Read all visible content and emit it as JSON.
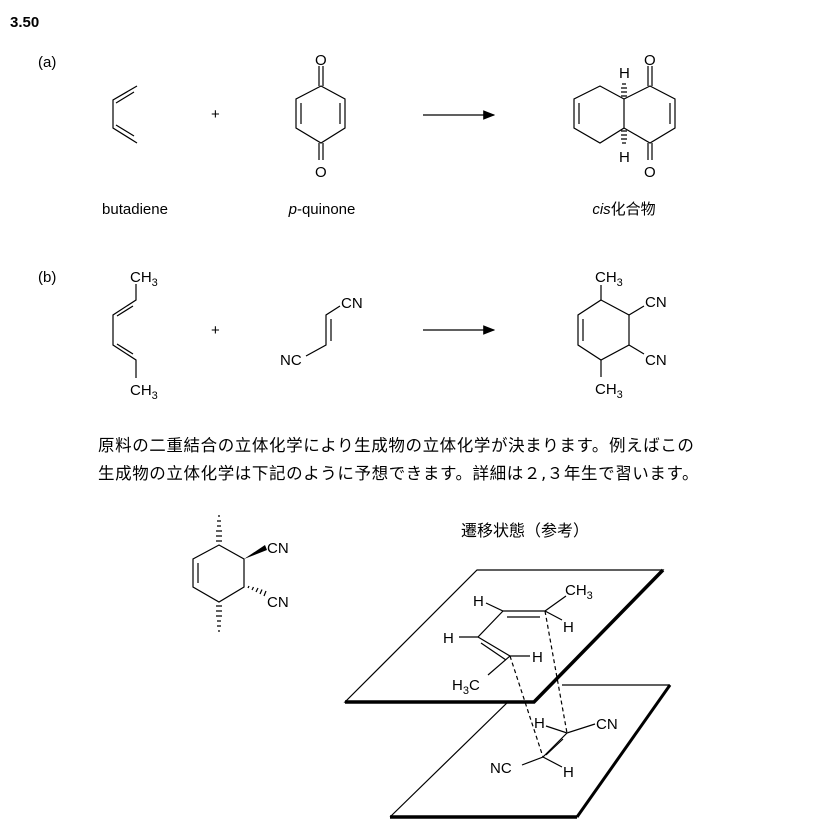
{
  "problem_number": "3.50",
  "part_a": {
    "label": "(a)",
    "plus": "+",
    "reactant1_name": "butadiene",
    "reactant2_name_prefix": "p",
    "reactant2_name_suffix": "-quinone",
    "product_name_prefix": "cis",
    "product_name_suffix": "化合物",
    "atoms": {
      "O": "O",
      "H": "H"
    }
  },
  "part_b": {
    "label": "(b)",
    "plus": "+",
    "atoms": {
      "CH": "CH",
      "sub3": "3",
      "CN": "CN",
      "NC": "NC"
    }
  },
  "explanation": {
    "line1": "原料の二重結合の立体化学により生成物の立体化学が決まります。例えばこの",
    "line2": "生成物の立体化学は下記のように予想できます。詳細は２,３年生で習います。"
  },
  "transition_state": {
    "title": "遷移状態（参考）",
    "atoms": {
      "H": "H",
      "CH": "CH",
      "sub3": "3",
      "C": "C",
      "CN": "CN",
      "NC": "NC"
    }
  }
}
